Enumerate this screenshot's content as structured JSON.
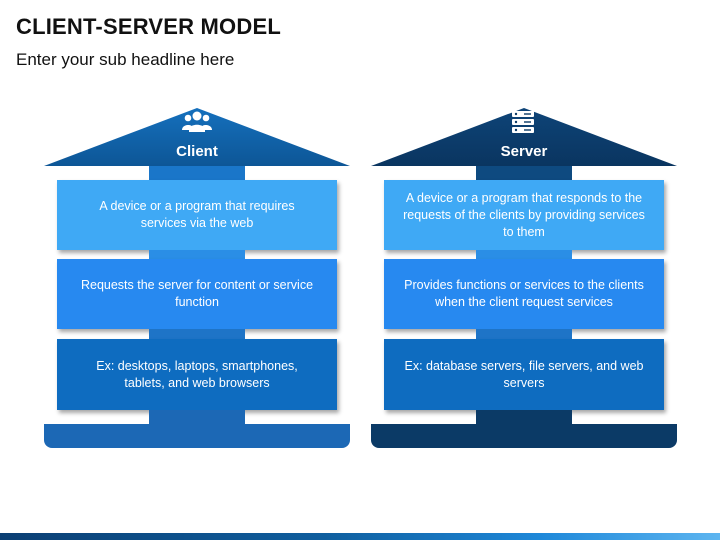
{
  "header": {
    "title": "CLIENT-SERVER MODEL",
    "subtitle": "Enter your sub headline here"
  },
  "colors": {
    "client_roof": "#0f5ea3",
    "server_roof": "#0b3a66",
    "box_light": "#3fa9f5",
    "box_mid": "#2789f0",
    "box_dark": "#0e6cc0",
    "client_base": "#1c68b5",
    "server_base": "#0b3a66"
  },
  "client": {
    "label": "Client",
    "icon": "users-icon",
    "boxes": [
      "A device or a program that requires services via the web",
      "Requests the server for content or service function",
      "Ex: desktops, laptops, smartphones, tablets, and web browsers"
    ]
  },
  "server": {
    "label": "Server",
    "icon": "server-icon",
    "boxes": [
      "A device or a program that responds to the requests of the clients by providing services to them",
      "Provides functions or services to the clients when the client request services",
      "Ex: database servers, file servers, and web servers"
    ]
  }
}
